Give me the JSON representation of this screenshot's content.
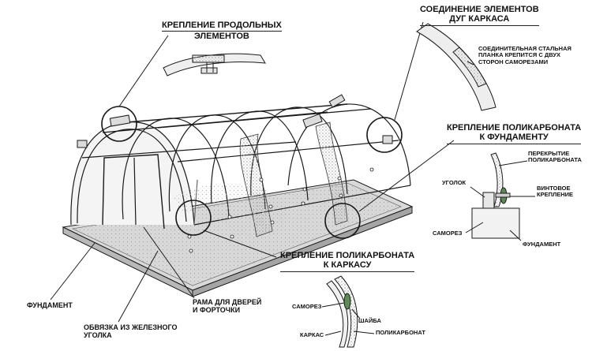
{
  "callouts": {
    "longitudinal_mount": {
      "title_line1": "КРЕПЛЕНИЕ ПРОДОЛЬНЫХ",
      "title_line2": "ЭЛЕМЕНТОВ"
    },
    "arc_joint": {
      "title_line1": "СОЕДИНЕНИЕ ЭЛЕМЕНТОВ",
      "title_line2": "ДУГ КАРКАСА",
      "note_line1": "СОЕДИНИТЕЛЬНАЯ СТАЛЬНАЯ",
      "note_line2": "ПЛАНКА КРЕПИТСЯ С ДВУХ",
      "note_line3": "СТОРОН САМОРЕЗАМИ"
    },
    "foundation_mount": {
      "title_line1": "КРЕПЛЕНИЕ ПОЛИКАРБОНАТА",
      "title_line2": "К ФУНДАМЕНТУ",
      "overlap_line1": "ПЕРЕКРЫТИЕ",
      "overlap_line2": "ПОЛИКАРБОНАТА",
      "angle": "УГОЛОК",
      "screw_mount_line1": "ВИНТОВОЕ",
      "screw_mount_line2": "КРЕПЛЕНИЕ",
      "self_tapping_screw": "САМОРЕЗ",
      "foundation": "ФУНДАМЕНТ"
    },
    "frame_mount": {
      "title_line1": "КРЕПЛЕНИЕ ПОЛИКАРБОНАТА",
      "title_line2": "К КАРКАСУ",
      "self_tapping_screw": "САМОРЕЗ",
      "washer": "ШАЙБА",
      "frame": "КАРКАС",
      "polycarbonate": "ПОЛИКАРБОНАТ"
    },
    "main": {
      "foundation": "ФУНДАМЕНТ",
      "door_frame_line1": "РАМА ДЛЯ ДВЕРЕЙ",
      "door_frame_line2": "И ФОРТОЧКИ",
      "binding_line1": "ОБВЯЗКА ИЗ ЖЕЛЕЗНОГО",
      "binding_line2": "УГОЛКА"
    }
  },
  "colors": {
    "line": "#1a1a1a",
    "panel_fill": "#e9e9e9",
    "dot_texture": "#bdbdbd",
    "washer_green": "#5e8b55",
    "base_gray": "#b8b8b8"
  }
}
